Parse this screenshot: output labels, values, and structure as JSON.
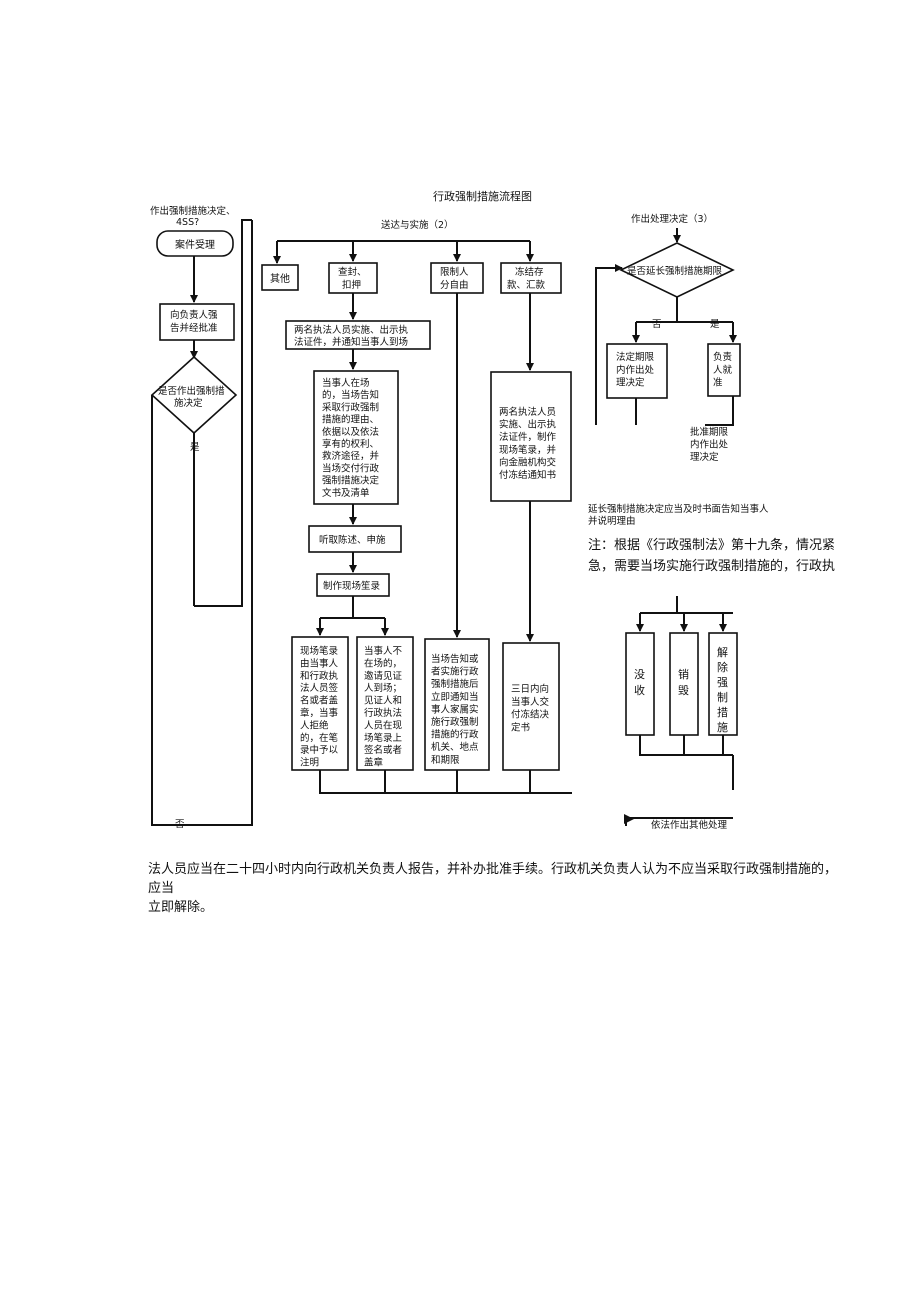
{
  "title": "行政强制措施流程图",
  "left_col": {
    "caption_line1": "作出强制措施决定、",
    "caption_line2": "4SS?",
    "start": "案件受理",
    "approve_line1": "向负责人强",
    "approve_line2": "告并经批准",
    "decision_line1": "是否作出强制措",
    "decision_line2": "施决定",
    "yes": "是",
    "no": "否"
  },
  "middle": {
    "section_label": "送达与实施（2）",
    "other": "其他",
    "seal_line1": "查封、",
    "seal_line2": "扣押",
    "restrict_line1": "限制人",
    "restrict_line2": "分自由",
    "freeze_line1": "冻结存",
    "freeze_line2": "款、汇款",
    "two_officers_line1": "两名执法人员实施、出示执",
    "two_officers_line2": "法证件，并通知当事人到场",
    "inform_lines": [
      "当事人在场",
      "的，当场告知",
      "采取行政强制",
      "措施的理由、",
      "依据以及依法",
      "享有的权利、",
      "救济途径，并",
      "当场交付行政",
      "强制措施决定",
      "文书及清单"
    ],
    "hear": "听取陈述、申施",
    "record": "制作现场笙录",
    "sign_lines": [
      "现场笔录",
      "由当事人",
      "和行政执",
      "法人员签",
      "名或者盖",
      "章，当事",
      "人拒绝",
      "的，在笔",
      "录中予以",
      "注明"
    ],
    "absent_lines": [
      "当事人不",
      "在场的，",
      "邀请见证",
      "人到场；",
      "见证人和",
      "行政执法",
      "人员在现",
      "场笔录上",
      "签名或者",
      "盖章"
    ],
    "notify_lines": [
      "当场告知或",
      "者实施行政",
      "强制措施后",
      "立即通知当",
      "事人家属实",
      "施行政强制",
      "措施的行政",
      "机关、地点",
      "和期限"
    ],
    "freeze_officers_lines": [
      "两名执法人员",
      "实施、出示执",
      "法证件，制作",
      "现场笔录，并",
      "向金融机构交",
      "付冻结通知书"
    ],
    "three_days_lines": [
      "三日内向",
      "当事人交",
      "付冻结决",
      "定书"
    ]
  },
  "right": {
    "section_label": "作出处理决定（3）",
    "extend_q": "是否延长强制措施期限",
    "no": "否",
    "yes": "是",
    "legal_lines": [
      "法定期限",
      "内作出处",
      "理决定"
    ],
    "resp_lines": [
      "负责",
      "人就",
      "准"
    ],
    "approved_lines": [
      "批准期限",
      "内作出处",
      "理决定"
    ],
    "extend_notice_line1": "延长强制措施决定应当及时书面告知当事人",
    "extend_notice_line2": "并说明理由",
    "confiscate": "没收",
    "destroy": "销毁",
    "release": "解除强制措施",
    "other_handling": "依法作出其他处理"
  },
  "note_line1": "注：根据《行政强制法》第十九条，情况紧",
  "note_line2": "急，需要当场实施行政强制措施的，行政执",
  "footer_line1": "法人员应当在二十四小时内向行政机关负责人报告，并补办批准手续。行政机关负责人认为不应当采取行政强制措施的，应当",
  "footer_line2": "立即解除。"
}
